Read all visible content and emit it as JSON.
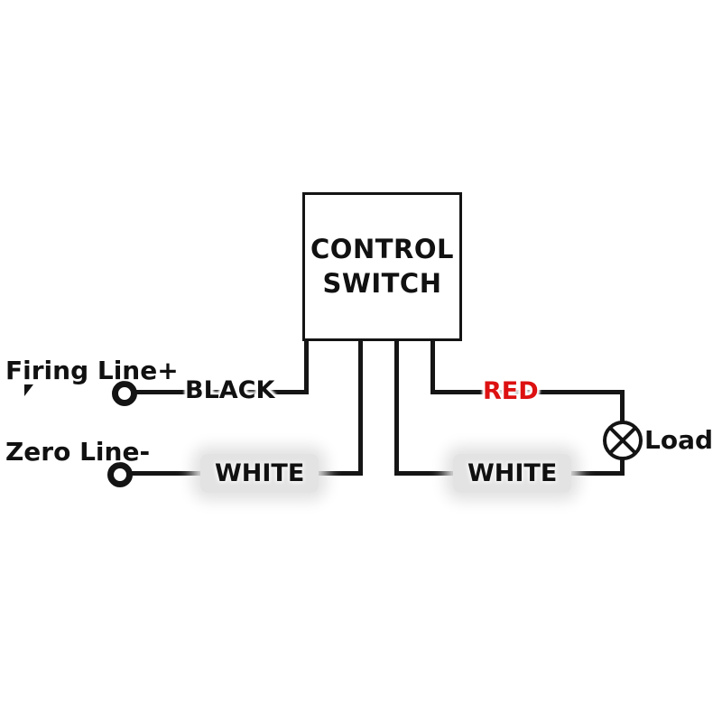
{
  "diagram": {
    "title_box": {
      "line1": "CONTROL",
      "line2": "SWITCH"
    },
    "input_labels": {
      "firing_line": "Firing Line+",
      "zero_line": "Zero Line-"
    },
    "wire_labels": {
      "black": "BLACK",
      "red": "RED",
      "white_left": "WHITE",
      "white_right": "WHITE"
    },
    "load_label": "Load",
    "colors": {
      "wire": "#151515",
      "red_label_text": "#dd1111",
      "white_label_glow": "#e3e3e3",
      "background": "#ffffff"
    }
  }
}
